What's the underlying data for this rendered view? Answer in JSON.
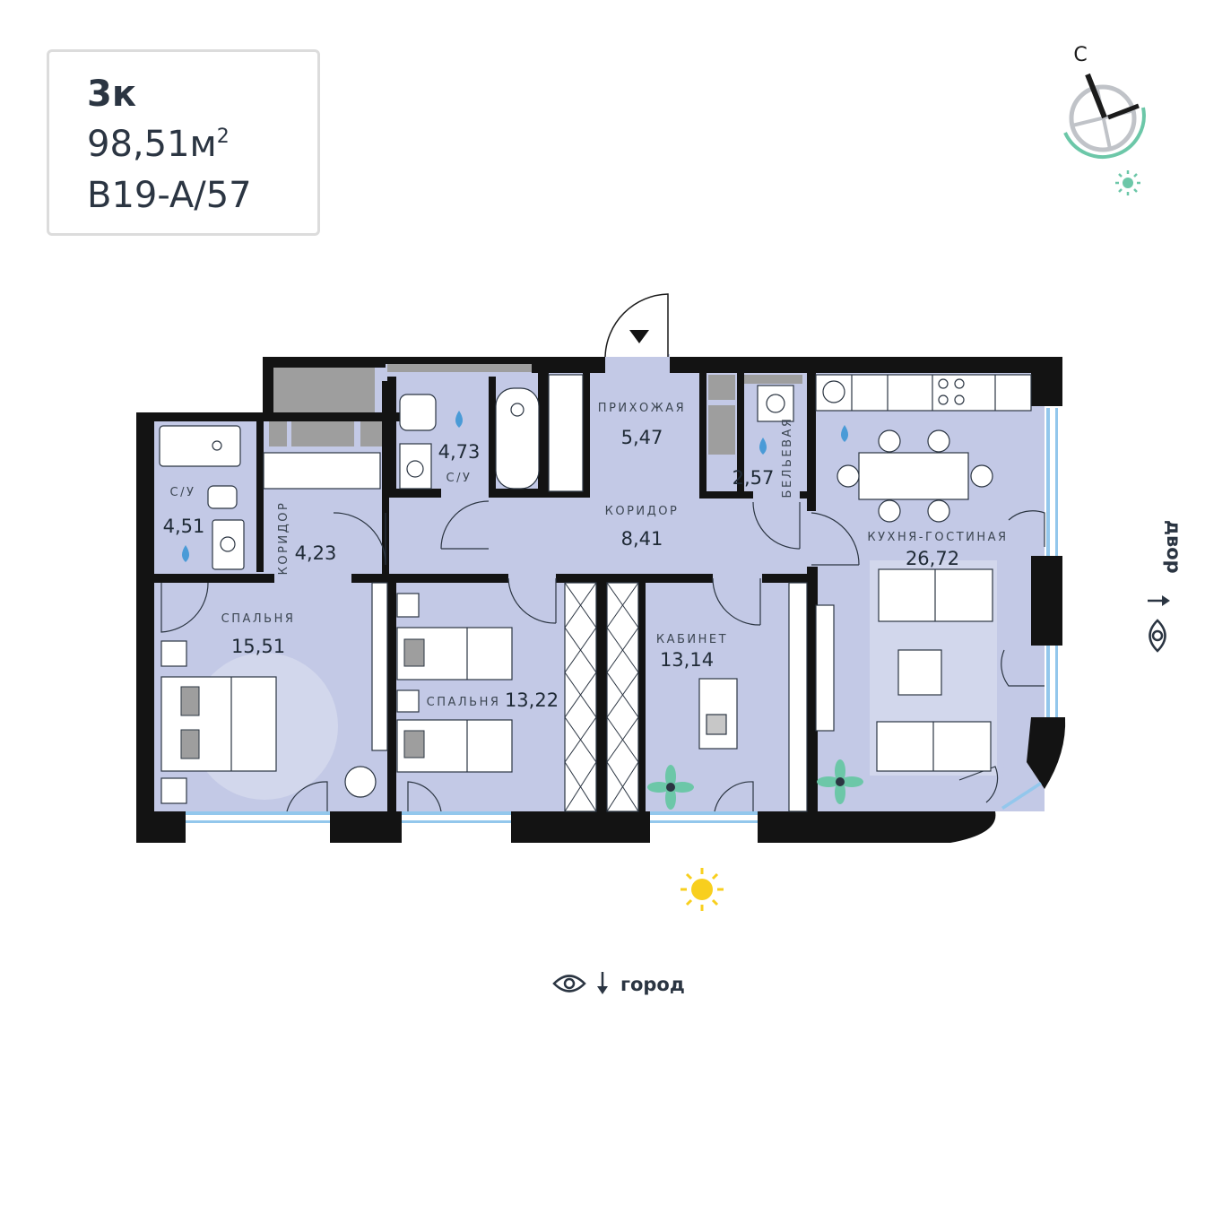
{
  "info": {
    "type": "3к",
    "area": "98,51м",
    "area_sup": "2",
    "code": "B19-A/57"
  },
  "compass": {
    "north_label": "С"
  },
  "rooms": {
    "bath1": {
      "name": "С/У",
      "area": "4,51"
    },
    "corr1": {
      "name": "КОРИДОР",
      "area": "4,23"
    },
    "bath2": {
      "name": "С/У",
      "area": "4,73"
    },
    "hall": {
      "name": "ПРИХОЖАЯ",
      "area": "5,47"
    },
    "laundry": {
      "name": "БЕЛЬЕВАЯ",
      "area": "2,57"
    },
    "kitchen": {
      "name": "КУХНЯ-ГОСТИНАЯ",
      "area": "26,72"
    },
    "corr2": {
      "name": "КОРИДОР",
      "area": "8,41"
    },
    "bed1": {
      "name": "СПАЛЬНЯ",
      "area": "15,51"
    },
    "bed2": {
      "name": "СПАЛЬНЯ",
      "area": "13,22"
    },
    "office": {
      "name": "КАБИНЕТ",
      "area": "13,14"
    }
  },
  "views": {
    "south": "город",
    "east": "двор"
  },
  "colors": {
    "floor": "#c3c9e6",
    "wall": "#131313",
    "window": "#93c7ec",
    "accent": "#6cc7a8",
    "sun": "#f8cf1e",
    "water": "#4a9bd7"
  }
}
